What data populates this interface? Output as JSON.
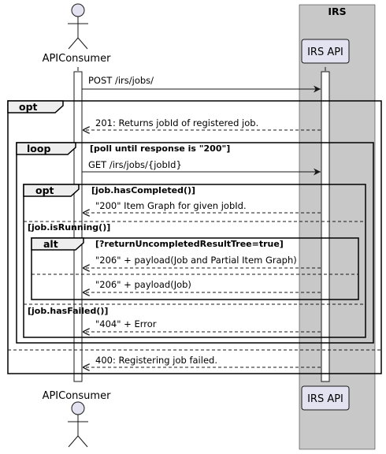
{
  "participants": {
    "consumer": "APIConsumer",
    "irs_box": "IRS",
    "irs_api": "IRS API"
  },
  "messages": {
    "post_jobs": "POST /irs/jobs/",
    "returns_jobid": "201: Returns jobId of registered job.",
    "get_job": "GET /irs/jobs/{jobId}",
    "item_graph": "\"200\" Item Graph for given jobId.",
    "payload_partial": "\"206\" + payload(Job and Partial Item Graph)",
    "payload_job": "\"206\" + payload(Job)",
    "error_404": "\"404\" + Error",
    "register_failed": "400: Registering job failed."
  },
  "fragments": {
    "opt_outer": {
      "keyword": "opt"
    },
    "loop": {
      "keyword": "loop",
      "guard": "[poll until response is  \"200\"]"
    },
    "opt_inner": {
      "keyword": "opt",
      "guard": "[job.hasCompleted()]"
    },
    "running_guard": "[job.isRunning()]",
    "alt": {
      "keyword": "alt",
      "guard": "[?returnUncompletedResultTree=true]"
    },
    "failed_guard": "[job.hasFailed()]"
  },
  "colors": {
    "box_fill": "#c8c8c8",
    "participant_fill": "#e2e2f0",
    "fragment_label_fill": "#eeeeee",
    "line": "#181818"
  }
}
